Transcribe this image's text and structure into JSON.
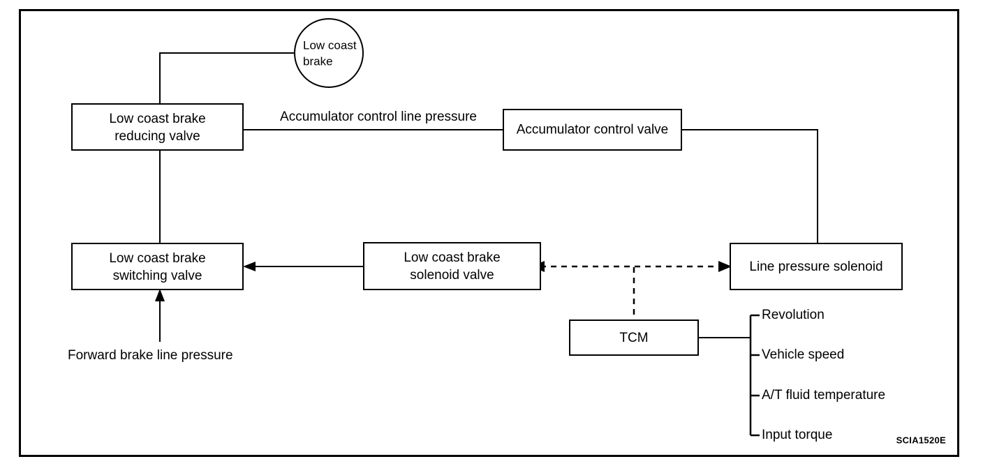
{
  "figure": {
    "reference_code": "SCIA1520E",
    "border_color": "#000000",
    "line_color": "#000000",
    "background": "#ffffff"
  },
  "nodes": {
    "low_coast_brake_circle": "Low coast\nbrake",
    "low_coast_brake_circle_line1": "Low coast",
    "low_coast_brake_circle_line2": "brake",
    "reducing_valve_line1": "Low coast brake",
    "reducing_valve_line2": "reducing valve",
    "accumulator_control_valve": "Accumulator control valve",
    "switching_valve_line1": "Low coast brake",
    "switching_valve_line2": "switching valve",
    "solenoid_valve_line1": "Low coast brake",
    "solenoid_valve_line2": "solenoid valve",
    "line_pressure_solenoid": "Line pressure solenoid",
    "tcm": "TCM"
  },
  "labels": {
    "accumulator_control_line_pressure": "Accumulator control line pressure",
    "forward_brake_line_pressure": "Forward brake line pressure"
  },
  "tcm_inputs": [
    "Revolution",
    "Vehicle speed",
    "A/T fluid temperature",
    "Input torque"
  ]
}
